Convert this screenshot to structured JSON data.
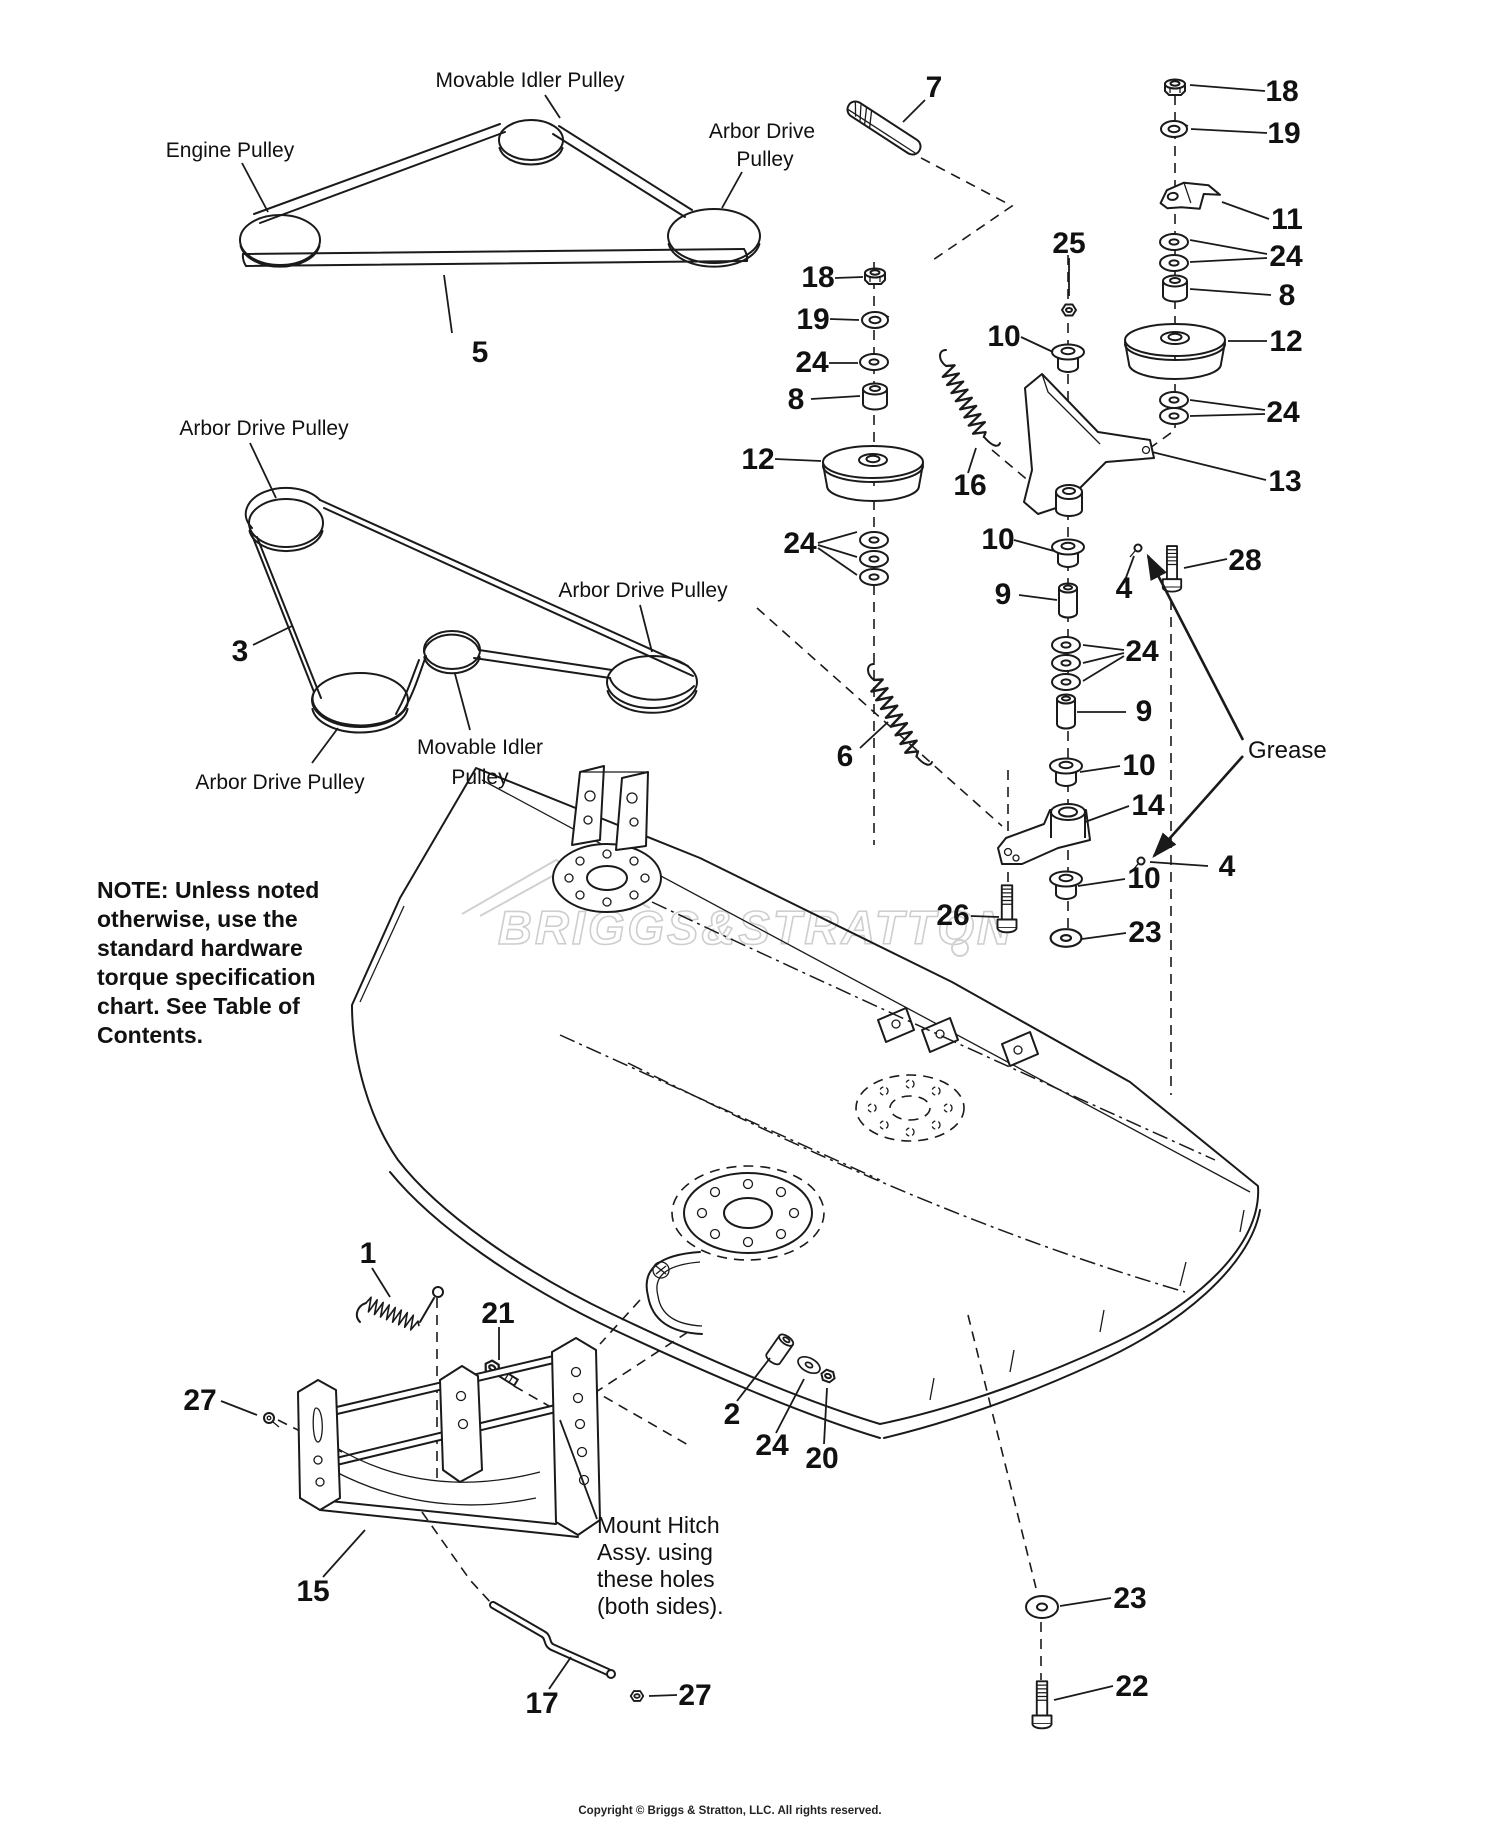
{
  "belt_top": {
    "movable": "Movable Idler Pulley",
    "engine": "Engine Pulley",
    "arbor1": "Arbor Drive",
    "arbor2": "Pulley"
  },
  "belt_mid": {
    "arbor_top": "Arbor Drive Pulley",
    "arbor_right": "Arbor Drive Pulley",
    "movable1": "Movable Idler",
    "movable2": "Pulley",
    "arbor_bottom": "Arbor Drive Pulley"
  },
  "note": {
    "l1": "NOTE: Unless noted",
    "l2": "otherwise, use the",
    "l3": "standard hardware",
    "l4": "torque specification",
    "l5": "chart. See Table of",
    "l6": "Contents."
  },
  "mount_note": {
    "l1": "Mount Hitch",
    "l2": "Assy. using",
    "l3": "these holes",
    "l4": "(both sides)."
  },
  "grease_label": "Grease",
  "watermark": "BRIGGS&STRATTON",
  "copyright": "Copyright © Briggs & Stratton, LLC. All rights reserved.",
  "callouts": {
    "c5": "5",
    "c3": "3",
    "c7": "7",
    "c18L": "18",
    "c19L": "19",
    "c24L": "24",
    "c8L": "8",
    "c12L": "12",
    "c24LC": "24",
    "c18R": "18",
    "c19R": "19",
    "c11": "11",
    "c24R": "24",
    "c8R": "8",
    "c12R": "12",
    "c24R2": "24",
    "c13": "13",
    "c28": "28",
    "c4a": "4",
    "c25": "25",
    "c10a": "10",
    "c16": "16",
    "c10b": "10",
    "c9a": "9",
    "c24M": "24",
    "c9b": "9",
    "c10c": "10",
    "c14": "14",
    "c6": "6",
    "c4b": "4",
    "c26": "26",
    "c10d": "10",
    "c23a": "23",
    "c1": "1",
    "c21": "21",
    "c27a": "27",
    "c15": "15",
    "c17": "17",
    "c27b": "27",
    "c2": "2",
    "c24b": "24",
    "c20": "20",
    "c23b": "23",
    "c22": "22"
  }
}
